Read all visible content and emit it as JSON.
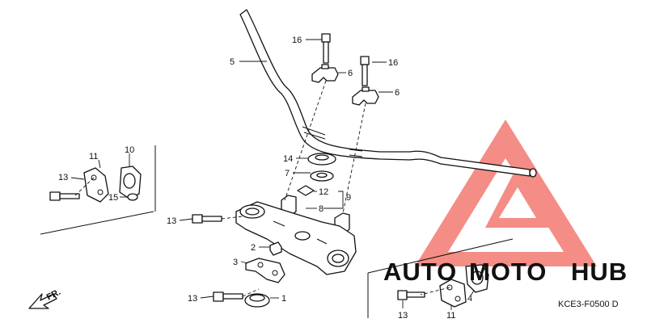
{
  "callouts": {
    "c16a": "16",
    "c16b": "16",
    "c5": "5",
    "c6a": "6",
    "c6b": "6",
    "c14": "14",
    "c7": "7",
    "c12": "12",
    "c9": "9",
    "c8": "8",
    "c11a": "11",
    "c10": "10",
    "c13a": "13",
    "c15": "15",
    "c13b": "13",
    "c2": "2",
    "c3": "3",
    "c13c": "13",
    "c1": "1",
    "c4": "4",
    "c13d": "13",
    "c11b": "11"
  },
  "direction_label": "FR.",
  "diagram_code": "KCE3-F0500 D",
  "watermark": {
    "word_left": "AUTO",
    "word_mid": "MOTO",
    "word_right": "HUB",
    "color_left": "#f5c878",
    "color_mid": "#f5a9a5",
    "color_right": "#9a9a9a",
    "logo_color": "#f27a72"
  }
}
